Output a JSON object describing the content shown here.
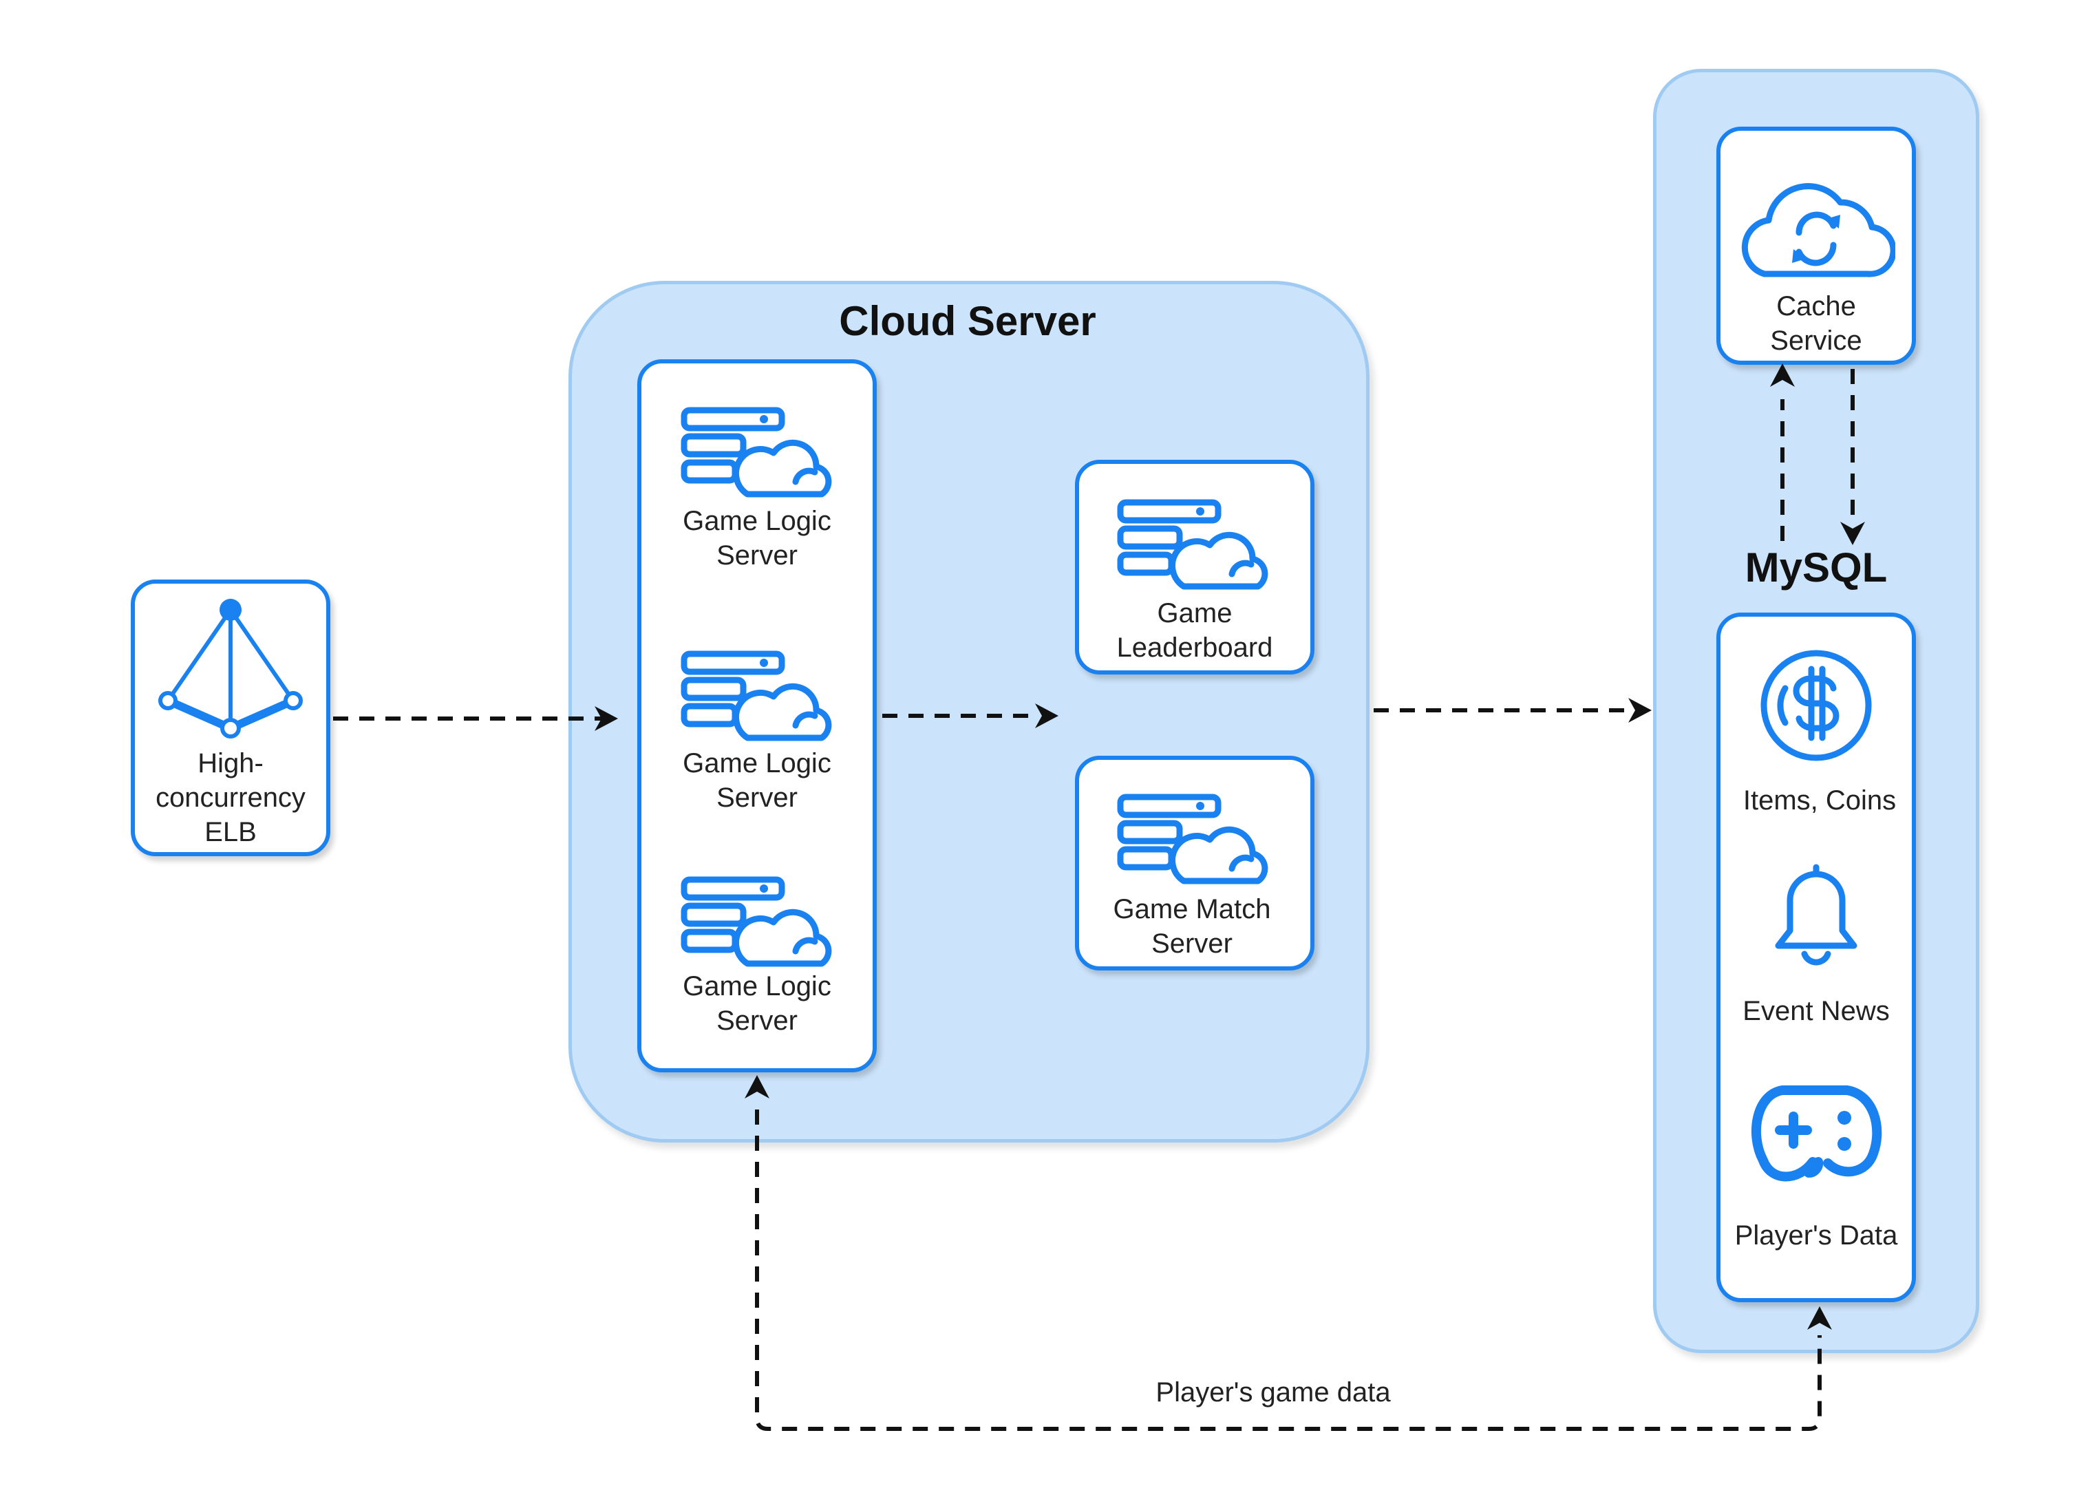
{
  "elb": {
    "label": "High-\nconcurrency\nELB"
  },
  "cloud_server": {
    "title": "Cloud Server",
    "game_logic_servers": [
      {
        "label": "Game Logic\nServer"
      },
      {
        "label": "Game Logic\nServer"
      },
      {
        "label": "Game Logic\nServer"
      }
    ],
    "leaderboard": {
      "label": "Game\nLeaderboard"
    },
    "match_server": {
      "label": "Game Match\nServer"
    }
  },
  "cache": {
    "label": "Cache\nService"
  },
  "mysql": {
    "title": "MySQL",
    "items": [
      {
        "label": "Items, Coins",
        "icon": "dollar-coin-icon"
      },
      {
        "label": "Event News",
        "icon": "bell-icon"
      },
      {
        "label": "Player's Data",
        "icon": "gamepad-icon"
      }
    ]
  },
  "edges": {
    "player_game_data_label": "Player's game data"
  },
  "colors": {
    "accent": "#1a82f0",
    "group_fill": "#cce4fb",
    "group_border": "#9fcbf3"
  }
}
